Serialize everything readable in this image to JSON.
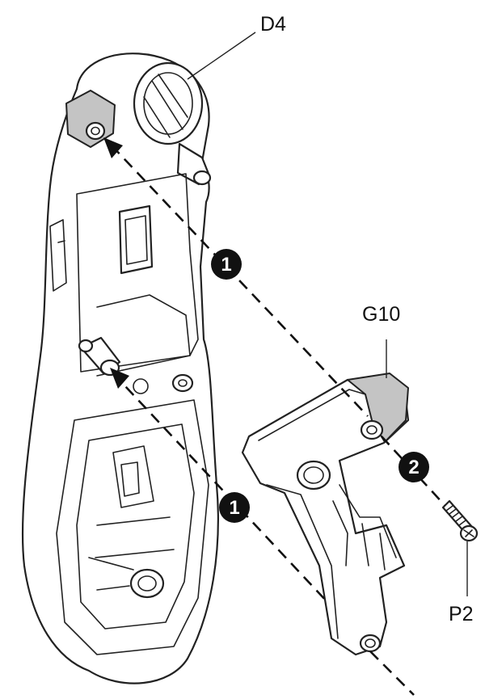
{
  "labels": {
    "housing": "D4",
    "bracket": "G10",
    "screw": "P2"
  },
  "steps": {
    "upper": "1",
    "lower": "1",
    "screw": "2"
  },
  "colors": {
    "ink": "#111111",
    "highlight_grey": "#c4c4c4",
    "background": "#ffffff"
  }
}
